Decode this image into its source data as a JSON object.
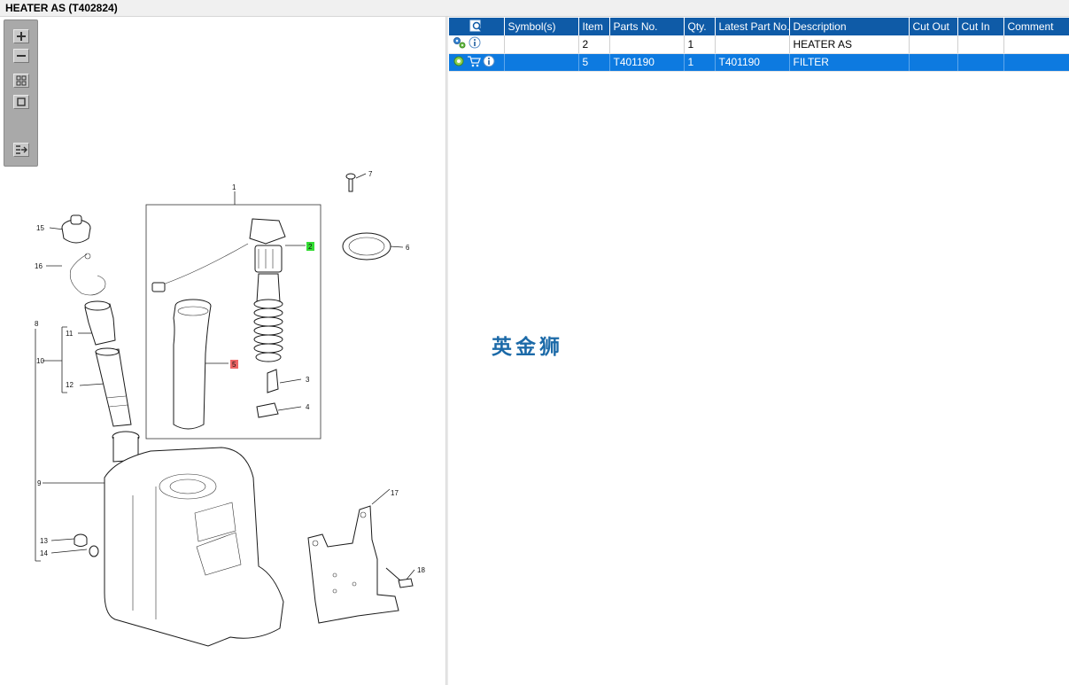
{
  "window": {
    "title": "HEATER AS (T402824)"
  },
  "toolbar": {
    "buttons": [
      {
        "name": "zoom-in",
        "icon": "plus-icon"
      },
      {
        "name": "zoom-out",
        "icon": "minus-icon"
      },
      {
        "name": "fit-all",
        "icon": "grid-icon"
      },
      {
        "name": "actual-size",
        "icon": "square-icon"
      },
      {
        "name": "show-list",
        "icon": "list-arrow-icon"
      }
    ]
  },
  "diagram": {
    "callouts": [
      {
        "label": "1",
        "highlight": ""
      },
      {
        "label": "2",
        "highlight": "#33dd33"
      },
      {
        "label": "3",
        "highlight": ""
      },
      {
        "label": "4",
        "highlight": ""
      },
      {
        "label": "5",
        "highlight": "#ee6666"
      },
      {
        "label": "6",
        "highlight": ""
      },
      {
        "label": "7",
        "highlight": ""
      },
      {
        "label": "8",
        "highlight": ""
      },
      {
        "label": "9",
        "highlight": ""
      },
      {
        "label": "10",
        "highlight": ""
      },
      {
        "label": "11",
        "highlight": ""
      },
      {
        "label": "12",
        "highlight": ""
      },
      {
        "label": "13",
        "highlight": ""
      },
      {
        "label": "14",
        "highlight": ""
      },
      {
        "label": "15",
        "highlight": ""
      },
      {
        "label": "16",
        "highlight": ""
      },
      {
        "label": "17",
        "highlight": ""
      },
      {
        "label": "18",
        "highlight": ""
      }
    ]
  },
  "table": {
    "header_icon": "search-document-icon",
    "columns": [
      "Symbol(s)",
      "Item",
      "Parts No.",
      "Qty.",
      "Latest Part No.",
      "Description",
      "Cut Out",
      "Cut In",
      "Comment"
    ],
    "rows": [
      {
        "icons": [
          "gears-icon",
          "info-icon"
        ],
        "symbols": "",
        "item": "2",
        "parts_no": "",
        "qty": "1",
        "latest_part_no": "",
        "description": "HEATER AS",
        "cut_out": "",
        "cut_in": "",
        "comment": "",
        "selected": false
      },
      {
        "icons": [
          "gear-icon",
          "cart-icon",
          "info-icon"
        ],
        "symbols": "",
        "item": "5",
        "parts_no": "T401190",
        "qty": "1",
        "latest_part_no": "T401190",
        "description": "FILTER",
        "cut_out": "",
        "cut_in": "",
        "comment": "",
        "selected": true
      }
    ]
  },
  "watermark": {
    "text": "英金狮"
  },
  "colors": {
    "header": "#0f5ba7",
    "selected_row": "#0d7ae0",
    "watermark": "#1c6aa8",
    "highlight_green": "#33dd33",
    "highlight_red": "#ee6666"
  }
}
